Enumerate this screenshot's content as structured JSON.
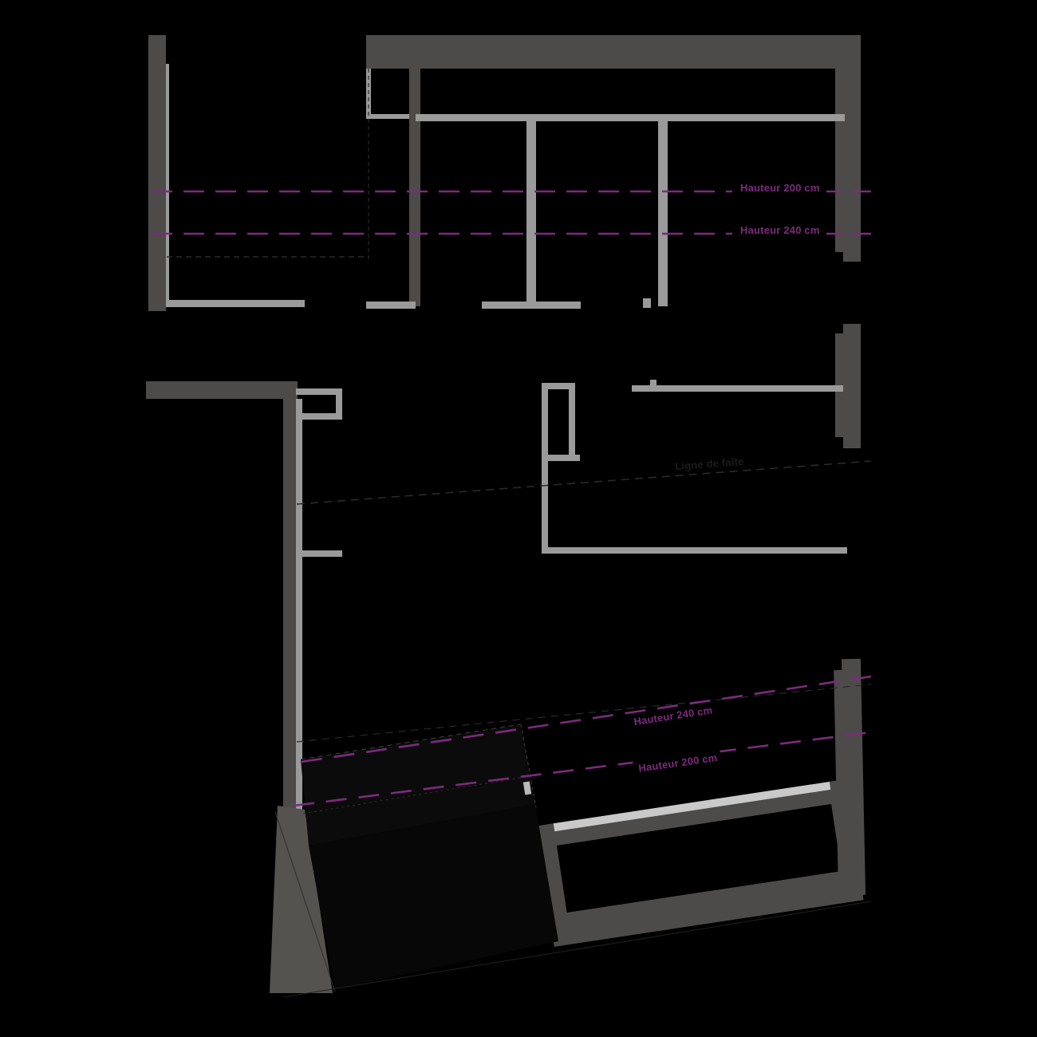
{
  "document": {
    "type": "architectural-floor-plan",
    "background_color": "#000000",
    "wall_color_dark": "#4d4b49",
    "wall_color_light": "#999999",
    "wall_color_pale": "#c9c9c9",
    "annotation_color_purple": "#7d2a7d",
    "annotation_color_dark": "#1c1c1c"
  },
  "annotations": {
    "height_lines": [
      {
        "id": "upper-200",
        "label": "Hauteur 200 cm",
        "value": 200,
        "unit": "cm",
        "color": "#7d2a7d",
        "region": "upper",
        "rotation": 0
      },
      {
        "id": "upper-240",
        "label": "Hauteur 240 cm",
        "value": 240,
        "unit": "cm",
        "color": "#7d2a7d",
        "region": "upper",
        "rotation": 0
      },
      {
        "id": "lower-240",
        "label": "Hauteur 240 cm",
        "value": 240,
        "unit": "cm",
        "color": "#7d2a7d",
        "region": "lower",
        "rotation": -9
      },
      {
        "id": "lower-200",
        "label": "Hauteur 200 cm",
        "value": 200,
        "unit": "cm",
        "color": "#7d2a7d",
        "region": "lower",
        "rotation": -9
      }
    ],
    "ridge_line": {
      "id": "ligne-de-faite",
      "label": "Ligne de faîte",
      "color": "#1c1c1c",
      "rotation": -2
    }
  },
  "legend": {
    "units": "cm",
    "language": "fr"
  }
}
